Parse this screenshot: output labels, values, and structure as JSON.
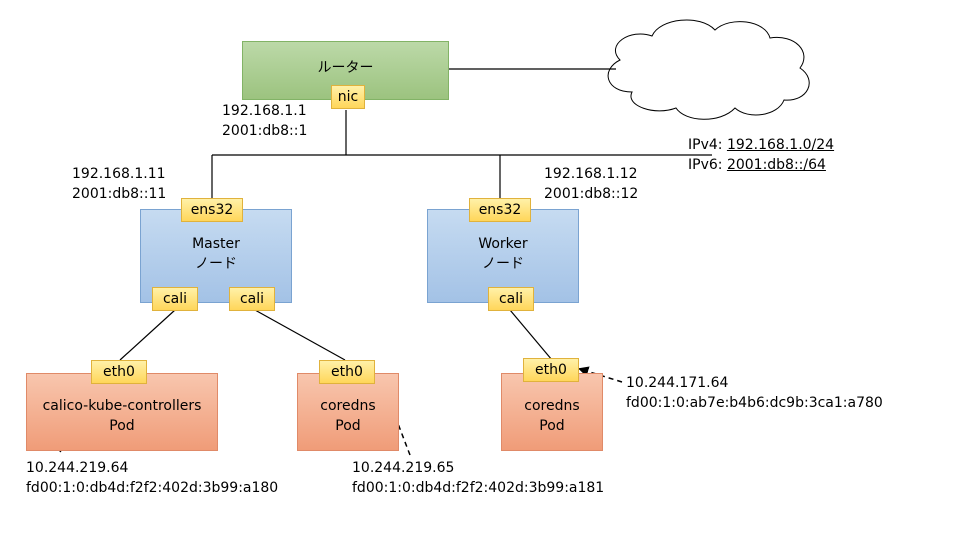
{
  "router": {
    "label": "ルーター",
    "nic": "nic",
    "ipv4": "192.168.1.1",
    "ipv6": "2001:db8::1"
  },
  "network": {
    "ipv4_prefix": "IPv4: ",
    "ipv4_value": "192.168.1.0/24",
    "ipv6_prefix": "IPv6: ",
    "ipv6_value": "2001:db8::/64"
  },
  "master": {
    "title": "Master",
    "subtitle": "ノード",
    "iface": "ens32",
    "ipv4": "192.168.1.11",
    "ipv6": "2001:db8::11",
    "cali1": "cali",
    "cali2": "cali"
  },
  "worker": {
    "title": "Worker",
    "subtitle": "ノード",
    "iface": "ens32",
    "ipv4": "192.168.1.12",
    "ipv6": "2001:db8::12",
    "cali": "cali"
  },
  "pods": [
    {
      "name": "calico-kube-controllers",
      "type": "Pod",
      "iface": "eth0",
      "ipv4": "10.244.219.64",
      "ipv6": "fd00:1:0:db4d:f2f2:402d:3b99:a180"
    },
    {
      "name": "coredns",
      "type": "Pod",
      "iface": "eth0",
      "ipv4": "10.244.219.65",
      "ipv6": "fd00:1:0:db4d:f2f2:402d:3b99:a181"
    },
    {
      "name": "coredns",
      "type": "Pod",
      "iface": "eth0",
      "ipv4": "10.244.171.64",
      "ipv6": "fd00:1:0:ab7e:b4b6:dc9b:3ca1:a780"
    }
  ],
  "icons": {
    "cloud": "cloud-icon"
  }
}
